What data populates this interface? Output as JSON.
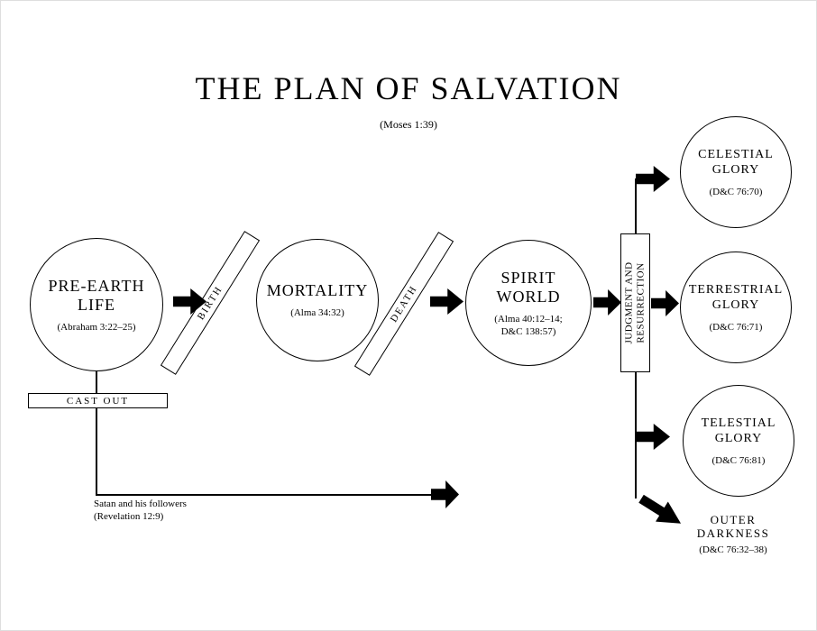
{
  "title": "THE PLAN OF SALVATION",
  "subtitle": "(Moses 1:39)",
  "nodes": {
    "pre_earth": {
      "line1": "PRE-EARTH",
      "line2": "LIFE",
      "ref": "(Abraham 3:22–25)"
    },
    "mortality": {
      "line1": "MORTALITY",
      "ref": "(Alma 34:32)"
    },
    "spirit_world": {
      "line1": "SPIRIT",
      "line2": "WORLD",
      "ref1": "(Alma 40:12–14;",
      "ref2": "D&C 138:57)"
    },
    "celestial": {
      "line1": "CELESTIAL",
      "line2": "GLORY",
      "ref": "(D&C 76:70)"
    },
    "terrestrial": {
      "line1": "TERRESTRIAL",
      "line2": "GLORY",
      "ref": "(D&C 76:71)"
    },
    "telestial": {
      "line1": "TELESTIAL",
      "line2": "GLORY",
      "ref": "(D&C 76:81)"
    }
  },
  "transitions": {
    "birth": "BIRTH",
    "death": "DEATH",
    "judgment_line1": "JUDGMENT AND",
    "judgment_line2": "RESURRECTION"
  },
  "cast_out": {
    "label": "CAST OUT",
    "note_line1": "Satan and his followers",
    "note_line2": "(Revelation 12:9)"
  },
  "outer_darkness": {
    "line1": "OUTER",
    "line2": "DARKNESS",
    "ref": "(D&C 76:32–38)"
  },
  "icons": {
    "flow_arrow": "black-block-arrow"
  },
  "colors": {
    "ink": "#000000",
    "background": "#ffffff"
  }
}
